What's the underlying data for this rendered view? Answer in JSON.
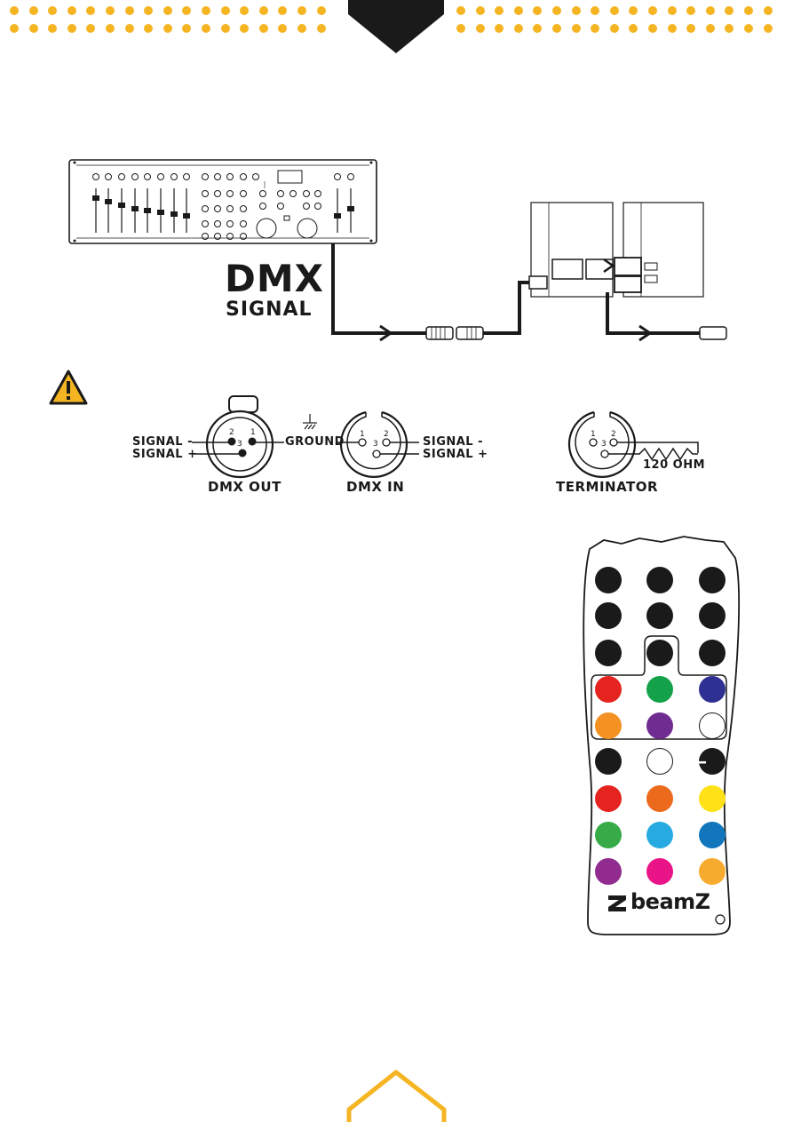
{
  "header": {
    "dot_color": "#f5b523",
    "tab_color": "#1a1a1a"
  },
  "dmx_diagram": {
    "title_main": "DMX",
    "title_sub": "SIGNAL"
  },
  "connectors": {
    "warning_icon": "warning-triangle-icon",
    "signal_minus": "SIGNAL -",
    "signal_plus": "SIGNAL +",
    "ground": "GROUND",
    "dmx_out": "DMX OUT",
    "dmx_in": "DMX IN",
    "terminator": "TERMINATOR",
    "resistor": "120 OHM",
    "pin1": "1",
    "pin2": "2",
    "pin3": "3"
  },
  "remote": {
    "brand": "beamZ",
    "minus_label": "−",
    "color_buttons": [
      "#e52420",
      "#13a14a",
      "#2e3192",
      "#f39122",
      "#6f2c91",
      "#ffffff"
    ],
    "mode_buttons": [
      "#1a1a1a",
      "#ffffff",
      "#1a1a1a"
    ],
    "palette_buttons": [
      "#e52420",
      "#ec6a1b",
      "#ffe117",
      "#36ab47",
      "#27aae1",
      "#1176bb",
      "#912b8f",
      "#e91488",
      "#f7ab2e"
    ]
  }
}
